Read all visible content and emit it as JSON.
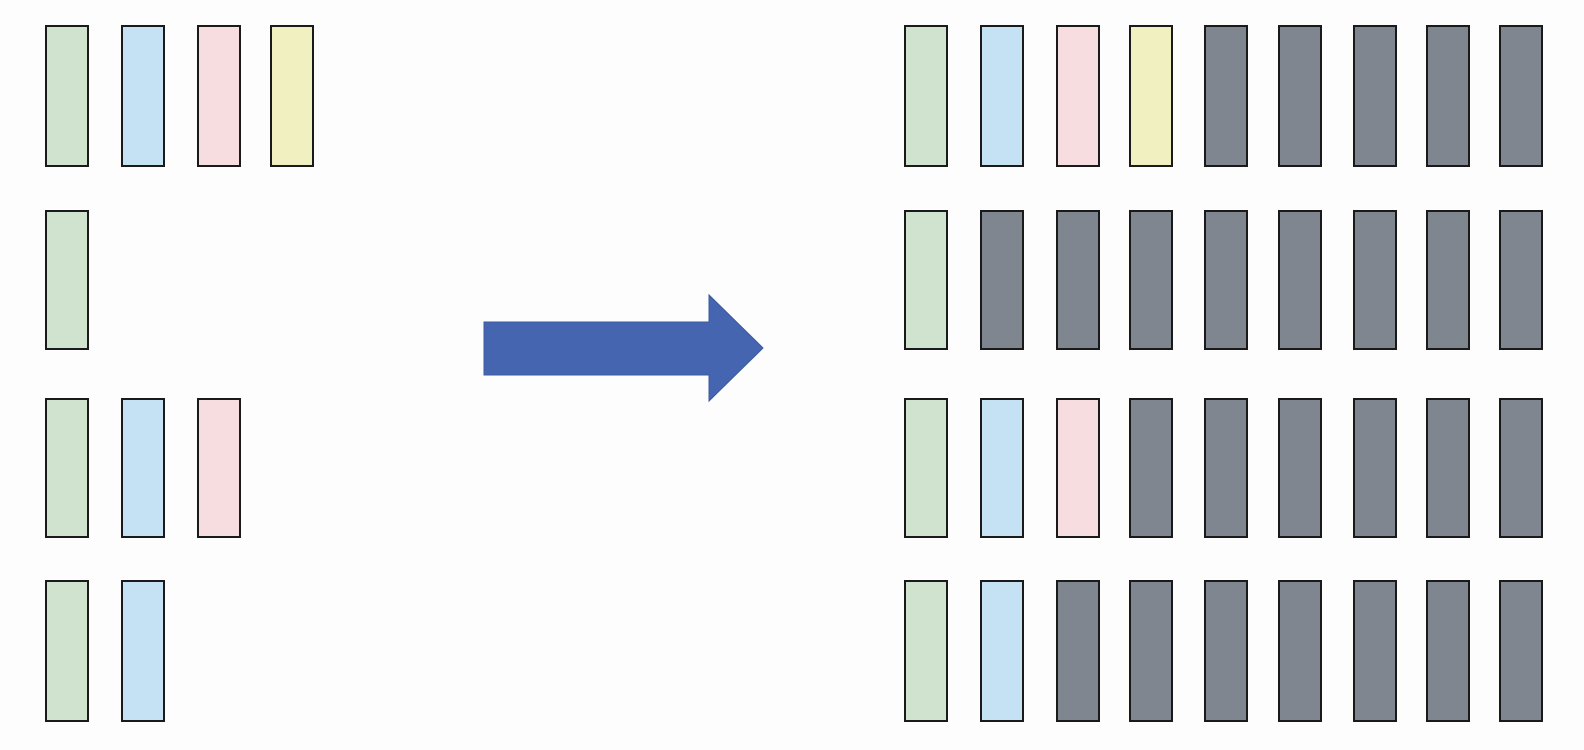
{
  "colors": {
    "green": "#cfe3cf",
    "blue": "#c5e2f5",
    "pink": "#f8dde0",
    "yellow": "#f1f0c0",
    "pad": "#80868f",
    "arrow": "#4565b0",
    "arrow_edge": "#3a5a9e"
  },
  "diagram": {
    "description_free": true,
    "before": {
      "rows": [
        [
          "green",
          "blue",
          "pink",
          "yellow"
        ],
        [
          "green"
        ],
        [
          "green",
          "blue",
          "pink"
        ],
        [
          "green",
          "blue"
        ]
      ]
    },
    "arrow": {
      "direction": "right"
    },
    "after": {
      "row_length": 9,
      "pad_color": "pad",
      "rows": [
        [
          "green",
          "blue",
          "pink",
          "yellow"
        ],
        [
          "green"
        ],
        [
          "green",
          "blue",
          "pink"
        ],
        [
          "green",
          "blue"
        ]
      ]
    }
  }
}
